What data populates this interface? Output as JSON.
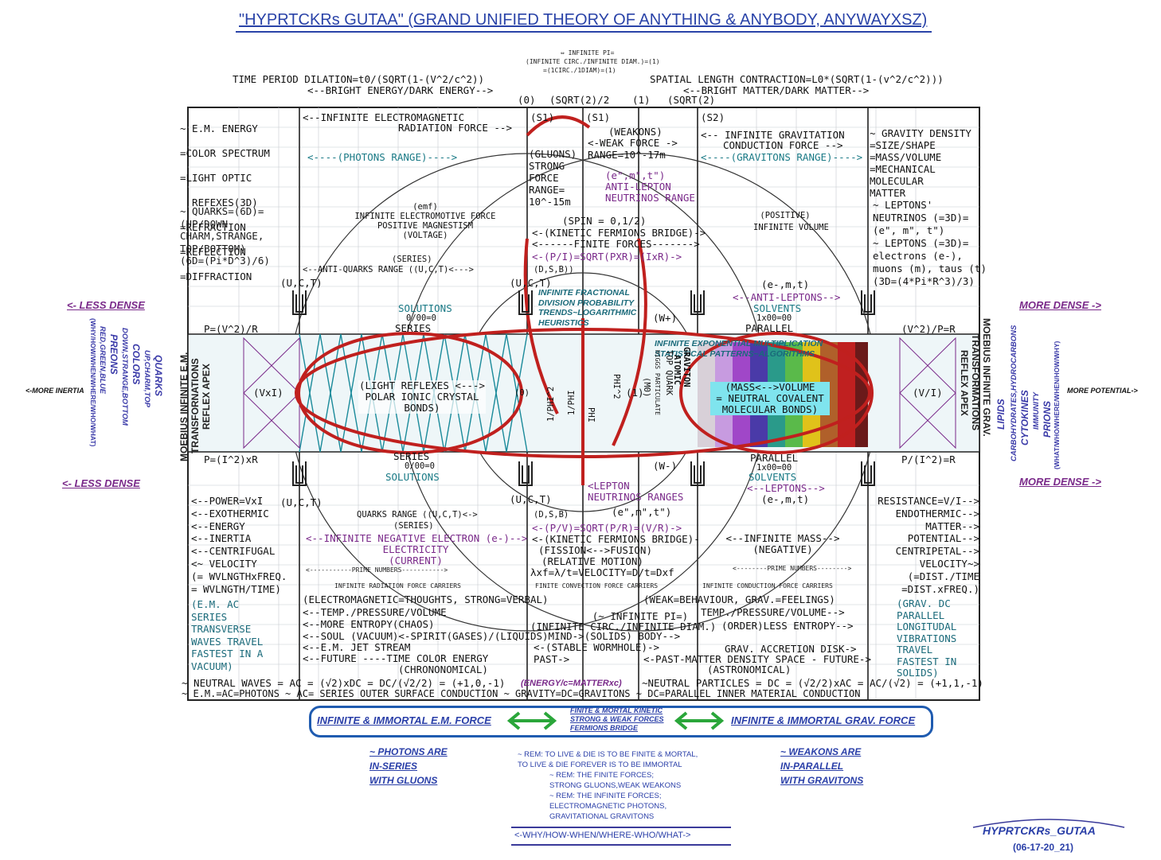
{
  "title": "\"HYPRTCKRs GUTAA\" (GRAND UNIFIED THEORY OF ANYTHING & ANYBODY, ANYWAYXSZ)",
  "infinite_pi_note": [
    "⇔ INFINITE PI=",
    "(INFINITE CIRC./INFINITE DIAM.)=(1)",
    "=(1CIRC./1DIAM)=(1)"
  ],
  "header": {
    "time_dilation": "TIME PERIOD DILATION=t0/(SQRT(1-(V^2/c^2))",
    "bright_energy": "<--BRIGHT ENERGY/DARK ENERGY-->",
    "length_contraction": "SPATIAL LENGTH CONTRACTION=L0*(SQRT(1-(v^2/c^2)))",
    "bright_matter": "<--BRIGHT MATTER/DARK MATTER-->",
    "col_0": "(0)",
    "col_sqrt2_2": "(SQRT(2)/2",
    "col_1": "(1)",
    "col_sqrt2": "(SQRT(2)"
  },
  "left_panel": {
    "em_energy": [
      "~ E.M. ENERGY",
      "=COLOR SPECTRUM",
      "=LIGHT OPTIC",
      "  REFEXES(3D)",
      "=REFRACTION",
      "=REFLECTION",
      "=DIFFRACTION"
    ],
    "quarks": [
      "~ QUARKS=(6D)=",
      "(UP/DOWN",
      "CHARM,STRANGE,",
      "TOP/BOTTOM)",
      "(6D=(Pi*D^3)/6)"
    ],
    "power": [
      "<--POWER=VxI",
      "<--EXOTHERMIC",
      "<--ENERGY",
      "<--INERTIA",
      "<--CENTRIFUGAL",
      "<~ VELOCITY",
      "(= WVLNGTHxFREQ.",
      " = WVLNGTH/TIME)"
    ],
    "em_ac": [
      "(E.M. AC",
      "SERIES",
      "TRANSVERSE",
      "WAVES TRAVEL",
      "FASTEST IN A",
      "VACUUM)"
    ]
  },
  "right_panel": {
    "gravity": [
      "~ GRAVITY DENSITY",
      "=SIZE/SHAPE",
      "=MASS/VOLUME",
      "=MECHANICAL",
      "  MOLECULAR",
      "  MATTER"
    ],
    "leptons": [
      "~ LEPTONS'",
      "NEUTRINOS (=3D)=",
      "(e\", m\", t\")",
      "~ LEPTONS (=3D)=",
      "electrons (e-),",
      "muons (m), taus (t)",
      "(3D=(4*Pi*R^3)/3)"
    ],
    "resistance": [
      "RESISTANCE=V/I-->",
      "ENDOTHERMIC-->",
      "MATTER-->",
      "POTENTIAL-->",
      "CENTRIPETAL-->",
      "VELOCITY~>",
      "(=DIST./TIME",
      " =DIST.xFREQ.)"
    ],
    "grav_dc": [
      "(GRAV. DC",
      "PARALLEL",
      "LONGITUDAL",
      "VIBRATIONS",
      "TRAVEL",
      "FASTEST IN",
      "SOLIDS)"
    ]
  },
  "center": {
    "em_force": [
      "<--INFINITE ELECTROMAGNETIC",
      "RADIATION FORCE -->"
    ],
    "photons_range": "<----(PHOTONS RANGE)---->",
    "s1a": "(S1)",
    "s1b": "(S1)",
    "s2": "(S2)",
    "weakons": "(WEAKONS)",
    "weak_force": [
      "<-WEAK FORCE ->",
      "RANGE=10^-17m"
    ],
    "gluons": [
      "(GLUONS)",
      "STRONG",
      "FORCE",
      "RANGE=",
      "10^-15m"
    ],
    "grav_force": [
      "<-- INFINITE GRAVITATION",
      "CONDUCTION FORCE -->"
    ],
    "gravitons_range": "<----(GRAVITONS RANGE)---->",
    "anti_lepton": [
      "(e\",m\",t\")",
      "ANTI-LEPTON",
      "NEUTRINOS RANGE"
    ],
    "emf": [
      "(emf)",
      "INFINITE ELECTROMOTIVE FORCE",
      "POSITIVE MAGNESTISM",
      "(VOLTAGE)"
    ],
    "spin": "(SPIN = 0,1/2)",
    "kinetic_top": "<-(KINETIC FERMIONS BRIDGE)->",
    "finite_forces": "<------FINITE FORCES------->",
    "p_over_i": "<-(P/I)=SQRT(PXR)=(IxR)->",
    "positive_vol": [
      "(POSITIVE)",
      "INFINITE VOLUME"
    ],
    "series_top": "(SERIES)",
    "anti_quarks": "<--ANTI-QUARKS RANGE ((U,C,T)<--->",
    "dsb_top": "(D,S,B))",
    "uct_left_top": "(U,C,T)",
    "uct_mid_top": "(U,C,T)",
    "emt_top": "(e-,m,t)",
    "anti_leptons": "<--ANTI-LEPTONS-->",
    "solutions": "SOLUTIONS",
    "solutions_zero": "0/00=0",
    "series_label": "SERIES",
    "solvents": "SOLVENTS",
    "solvents_inf": "1x00=00",
    "parallel_label": "PARALLEL",
    "fractional": [
      "INFINITE FRACTIONAL",
      "DIVISION PROBABILITY",
      "TRENDS~LOGARITHMIC",
      "HEURISTICS"
    ],
    "exponential": [
      "INFINITE EXPONENTIAL MULTIPLICATION",
      "STATISTICAL PATTERNS~ALGORITHMS"
    ],
    "w_plus": "(W+)",
    "w_minus": "(W-)",
    "p_v2r": "P=(V^2)/R",
    "v2p": "(V^2)/P=R",
    "p_i2r": "P=(I^2)xR",
    "p_i2": "P/(I^2)=R",
    "vxi": "(VxI)",
    "v_i": "(V/I)",
    "light_reflexes": [
      "(LIGHT REFLEXES <--->",
      "POLAR IONIC CRYSTAL",
      "BONDS)"
    ],
    "mass_volume": [
      "(MASS<-->VOLUME",
      "= NEUTRAL COVALENT",
      "MOLECULAR BONDS)"
    ],
    "phi_labels": [
      "1/PHI^2",
      "1/PHI",
      "PHI",
      "PHI^2"
    ],
    "graviton": [
      "GRAVITON",
      "ATOMIC"
    ],
    "top_quark": [
      "TOP QUARK",
      "HIGGS PARTICULATE"
    ],
    "m0": "(M0)",
    "zero": "(0)",
    "one": "(1)",
    "uct_left_bot": "(U,C,T)",
    "uct_mid_bot": "(U,C,T)",
    "dsb_bot": "(D,S,B)",
    "emt_bot": "(e-,m,t)",
    "lepton_neutrinos": [
      "<LEPTON",
      "NEUTRINOS RANGES"
    ],
    "emt_quote": "(e\",m\",t\")",
    "leptons_label": "<--LEPTONS-->",
    "quarks_range": "QUARKS RANGE ((U,C,T)<->",
    "series_bot": "(SERIES)",
    "p_over_v": "<-(P/V)=SQRT(P/R)=(V/R)->",
    "neg_electron": [
      "<--INFINITE NEGATIVE ELECTRON (e-)-->",
      "ELECTRICITY",
      "(CURRENT)"
    ],
    "kinetic_bot": "<-(KINETIC FERMIONS BRIDGE)-",
    "fission": "(FISSION<-->FUSION)",
    "relative": "(RELATIVE MOTION)",
    "velocity_eq": "λxf=λ/t=VELOCITY=D/t=Dxf",
    "inf_mass": [
      "<--INFINITE MASS-->",
      "(NEGATIVE)"
    ],
    "prime_left": "<-----------PRIME NUMBERS----------->",
    "prime_right": "<--------PRIME NUMBERS-------->",
    "carriers_left": "INFINITE RADIATION FORCE CARRIERS",
    "carriers_mid": "FINITE CONVECTION FORCE CARRIERS",
    "carriers_right": "INFINITE CONDUCTION FORCE CARRIERS",
    "em_thoughts": "(ELECTROMAGNETIC=THOUGHTS, STRONG=VERBAL)",
    "weak_behaviour": "(WEAK=BEHAVIOUR, GRAV.=FEELINGS)",
    "temp_left": "<--TEMP./PRESSURE/VOLUME",
    "temp_right": "TEMP./PRESSURE/VOLUME-->",
    "more_entropy": "<--MORE ENTROPY(CHAOS)",
    "less_entropy": "(ORDER)LESS ENTROPY-->",
    "inf_pi": [
      "(~ INFINITE PI=)",
      "(INFINITE CIRC./INFINITE DIAM.)"
    ],
    "soul": "<--SOUL (VACUUM)<-SPIRIT(GASES)/(LIQUIDS)MIND->(SOLIDS) BODY-->",
    "jet_stream": "<--E.M. JET STREAM",
    "stable_wormhole": "<-(STABLE WORMHOLE)->",
    "grav_disk": "GRAV. ACCRETION DISK->",
    "future_left": "<--FUTURE ----TIME COLOR ENERGY",
    "past_left": "PAST->",
    "chrononomical": "(CHRONONOMICAL)",
    "past_right": "<-PAST-MATTER DENSITY SPACE - FUTURE->",
    "astronomical": "(ASTRONOMICAL)",
    "neutral_waves": "~ NEUTRAL WAVES = AC = (√2)xDC = DC/(√2/2) = (+1,0,-1)",
    "energy_c": "(ENERGY/c=MATTERxc)",
    "neutral_particles": "~NEUTRAL PARTICLES = DC = (√2/2)xAC = AC/(√2) = (+1,1,-1)",
    "em_ac_line": "~ E.M.=AC=PHOTONS ~ AC= SERIES OUTER SURFACE CONDUCTION ~ GRAVITY=DC=GRAVITONS ~ DC=PARALLEL INNER MATERIAL CONDUCTION"
  },
  "sides": {
    "less_dense_top": "<- LESS DENSE",
    "less_dense_bot": "<- LESS DENSE",
    "more_dense_top": "MORE DENSE ->",
    "more_dense_bot": "MORE DENSE ->",
    "more_inertia": "<-MORE INERTIA",
    "more_potential": "MORE POTENTIAL->",
    "left_vert_1": "(WHY/HOW/WHEN/WHERE/WHO/WHAT)",
    "left_vert_2": "RED,GREEN,BLUE",
    "left_vert_3": "PREONS",
    "left_vert_4": "DOWN,STRANGE,BOTTOM",
    "left_vert_5": "COLORS",
    "left_vert_6": "UP,CHARM,TOP",
    "left_vert_7": "QUARKS",
    "moebius_em": "MOEBIUS INFINITE E.M.",
    "moebius_em2": "TRANSFORNATIONS",
    "moebius_em3": "REFLEX APEX",
    "moebius_grav": "MOEBIUS INFINITE GRAV.",
    "moebius_grav2": "TRANSFORMATIONS",
    "moebius_grav3": "REFLEX APEX",
    "right_vert_1": "LIPIDS",
    "right_vert_2": "CARBOHYDRATES,HYDROCARBONS",
    "right_vert_3": "CYTOKINES",
    "right_vert_4": "IMMUNITY",
    "right_vert_5": "PRIONS",
    "right_vert_6": "(WHAT/WHO/WHERE/WHEN/HOW/WHY)"
  },
  "bottom": {
    "em_force": "INFINITE & IMMORTAL E.M. FORCE",
    "bridge": [
      "FINITE & MORTAL KINETIC",
      "STRONG & WEAK FORCES",
      "FERMIONS BRIDGE"
    ],
    "grav_force": "INFINITE & IMMORTAL GRAV. FORCE",
    "photons": [
      "~ PHOTONS ARE",
      "IN-SERIES",
      "WITH GLUONS"
    ],
    "weakons": [
      "~ WEAKONS ARE",
      "IN-PARALLEL",
      "WITH GRAVITONS"
    ],
    "rem": [
      "~ REM: TO LIVE & DIE IS TO BE FINITE & MORTAL,",
      "TO LIVE & DIE FOREVER IS TO BE IMMORTAL",
      "~ REM: THE FINITE FORCES;",
      "STRONG GLUONS,WEAK WEAKONS",
      "~ REM: THE INFINITE FORCES;",
      "ELECTROMAGNETIC PHOTONS,",
      "GRAVITATIONAL GRAVITONS"
    ],
    "why_how": "<-WHY/HOW-WHEN/WHERE-WHO/WHAT->",
    "signature": "HYPRTCKRs_GUTAA",
    "date": "(06-17-20_21)"
  },
  "colors": {
    "accent_red": "#c0201e",
    "title_blue": "#2a43a8",
    "side_purple": "#7a2a8a",
    "bottom_green": "#2aa63a",
    "bar_blue": "#1f5bb0",
    "grid": "#9aa0a8",
    "teal": "#1a7a86"
  }
}
